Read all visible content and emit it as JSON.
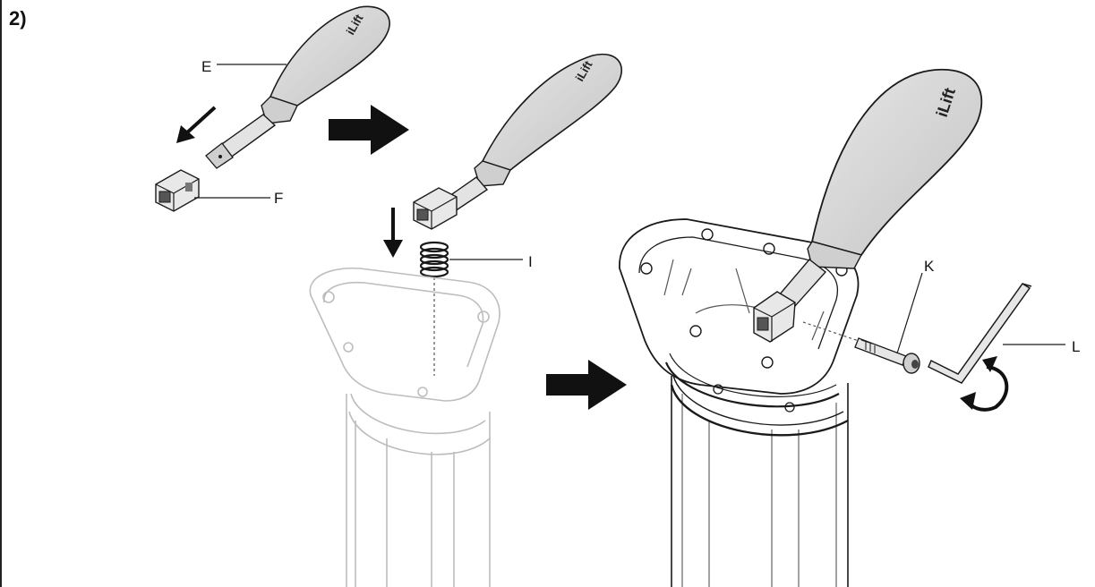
{
  "step": {
    "number": "2)"
  },
  "callouts": {
    "E": "E",
    "F": "F",
    "I": "I",
    "K": "K",
    "L": "L"
  },
  "handle_logo": "iLift",
  "colors": {
    "ink": "#1a1a1a",
    "handle_fill": "#dcdcdc",
    "handle_shadow": "#bdbdbd",
    "ghost": "#bbbbbb",
    "arrow": "#111111"
  }
}
